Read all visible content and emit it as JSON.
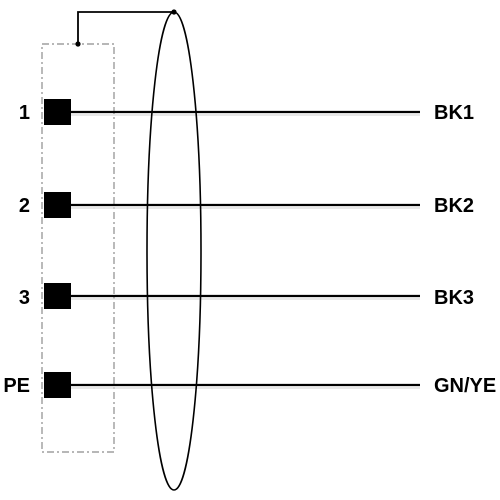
{
  "pins": [
    {
      "id": "1",
      "label": "1",
      "wire": "BK1"
    },
    {
      "id": "2",
      "label": "2",
      "wire": "BK2"
    },
    {
      "id": "3",
      "label": "3",
      "wire": "BK3"
    },
    {
      "id": "pe",
      "label": "PE",
      "wire": "GN/YE"
    }
  ],
  "colors": {
    "line": "#000000",
    "housing": "#8c8c8c",
    "background": "#ffffff"
  }
}
